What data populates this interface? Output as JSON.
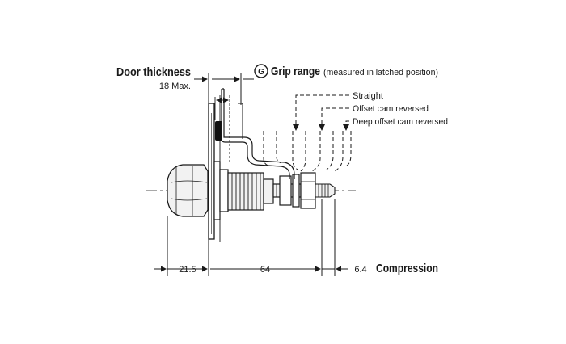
{
  "labels": {
    "door_thickness": "Door thickness",
    "door_max": "18 Max.",
    "grip_badge": "G",
    "grip_range": "Grip range",
    "grip_note": "(measured in latched position)",
    "straight": "Straight",
    "offset_cam": "Offset cam reversed",
    "deep_offset": "Deep offset cam reversed",
    "dim_left": "21.5",
    "dim_mid": "64",
    "dim_right": "6.4",
    "compression": "Compression"
  },
  "colors": {
    "line": "#1a1a1a",
    "body_fill": "#f2f2f2",
    "seal": "#111111"
  }
}
